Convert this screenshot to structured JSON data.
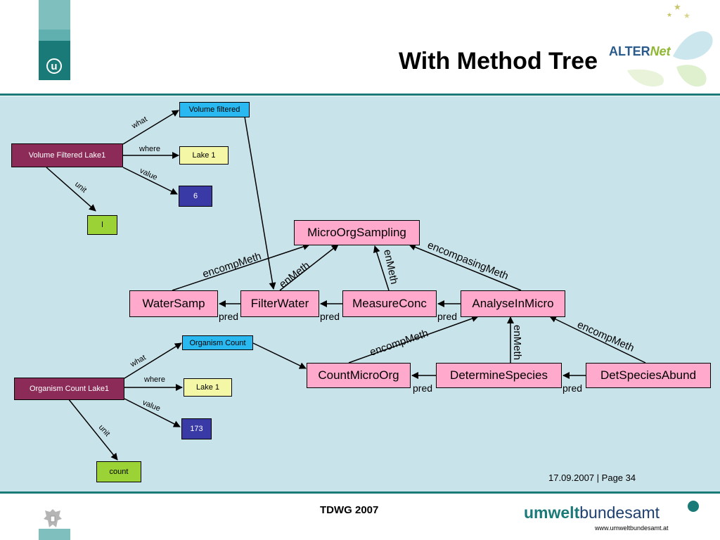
{
  "header": {
    "title": "With Method Tree",
    "left_logo_letter": "u",
    "right_logo_text_a": "ALTER",
    "right_logo_text_b": "Net"
  },
  "diagram": {
    "nodes": {
      "vfl": "Volume Filtered Lake1",
      "vol_filtered": "Volume filtered",
      "lake1_a": "Lake 1",
      "six": "6",
      "l": "l",
      "micro": "MicroOrgSampling",
      "water": "WaterSamp",
      "filter": "FilterWater",
      "measure": "MeasureConc",
      "analyse": "AnalyseInMicro",
      "ocl": "Organism Count Lake1",
      "org_count": "Organism Count",
      "lake1_b": "Lake 1",
      "n173": "173",
      "count": "count",
      "countmicro": "CountMicroOrg",
      "determine": "DetermineSpecies",
      "detabund": "DetSpeciesAbund"
    },
    "edge_labels": {
      "what": "what",
      "where": "where",
      "value": "value",
      "unit": "unit",
      "encompMeth": "encompMeth",
      "enMeth": "enMeth",
      "encompasingMeth": "encompasingMeth",
      "pred": "pred"
    }
  },
  "footer": {
    "date_page": "17.09.2007 | Page 34",
    "center": "TDWG 2007",
    "brand_a": "umwelt",
    "brand_b": "bundesamt",
    "url": "www.umweltbundesamt.at"
  },
  "colors": {
    "teal": "#1a7a78",
    "canvas_bg": "#c9e3ea",
    "pink_node": "#ffaacc",
    "maroon_node": "#8c2a58",
    "blue_node": "#29b8ef",
    "yellow_node": "#f3f7a6",
    "navy_node": "#3a3aa6",
    "green_node": "#9bd235"
  }
}
